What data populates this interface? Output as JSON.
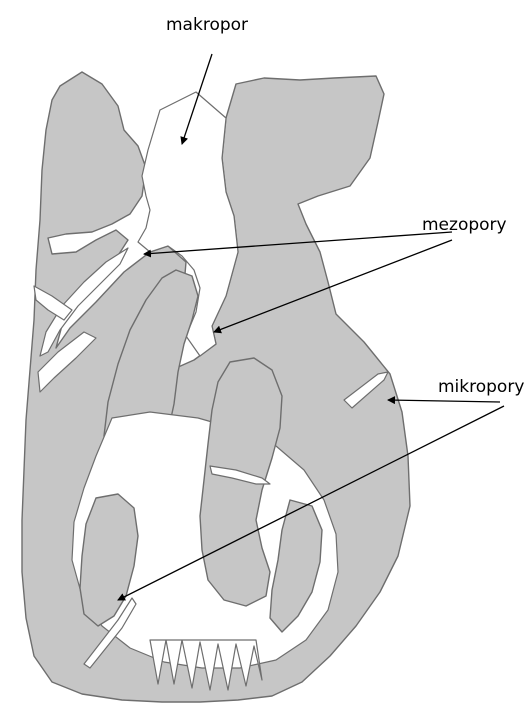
{
  "labels": {
    "makropor": "makropor",
    "mezopory": "mezopory",
    "mikropory": "mikropory"
  },
  "colors": {
    "solid": "#c6c6c6",
    "outline": "#6e6e6e",
    "arrow": "#000000",
    "background": "#ffffff"
  }
}
